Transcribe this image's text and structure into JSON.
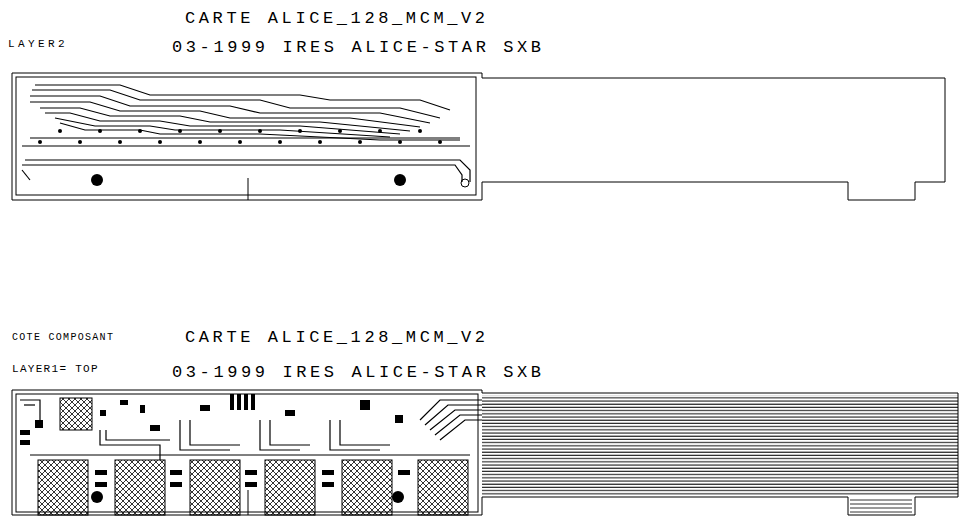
{
  "diagram": {
    "labels": [
      "CARTE ALICE_128_MCM_V2",
      "LAYER2",
      "03-1999 IRES ALICE-STAR SXB",
      "COTE COMPOSANT",
      "CARTE ALICE_128_MCM_V2",
      "LAYER1= TOP",
      "03-1999 IRES ALICE-STAR SXB"
    ]
  }
}
